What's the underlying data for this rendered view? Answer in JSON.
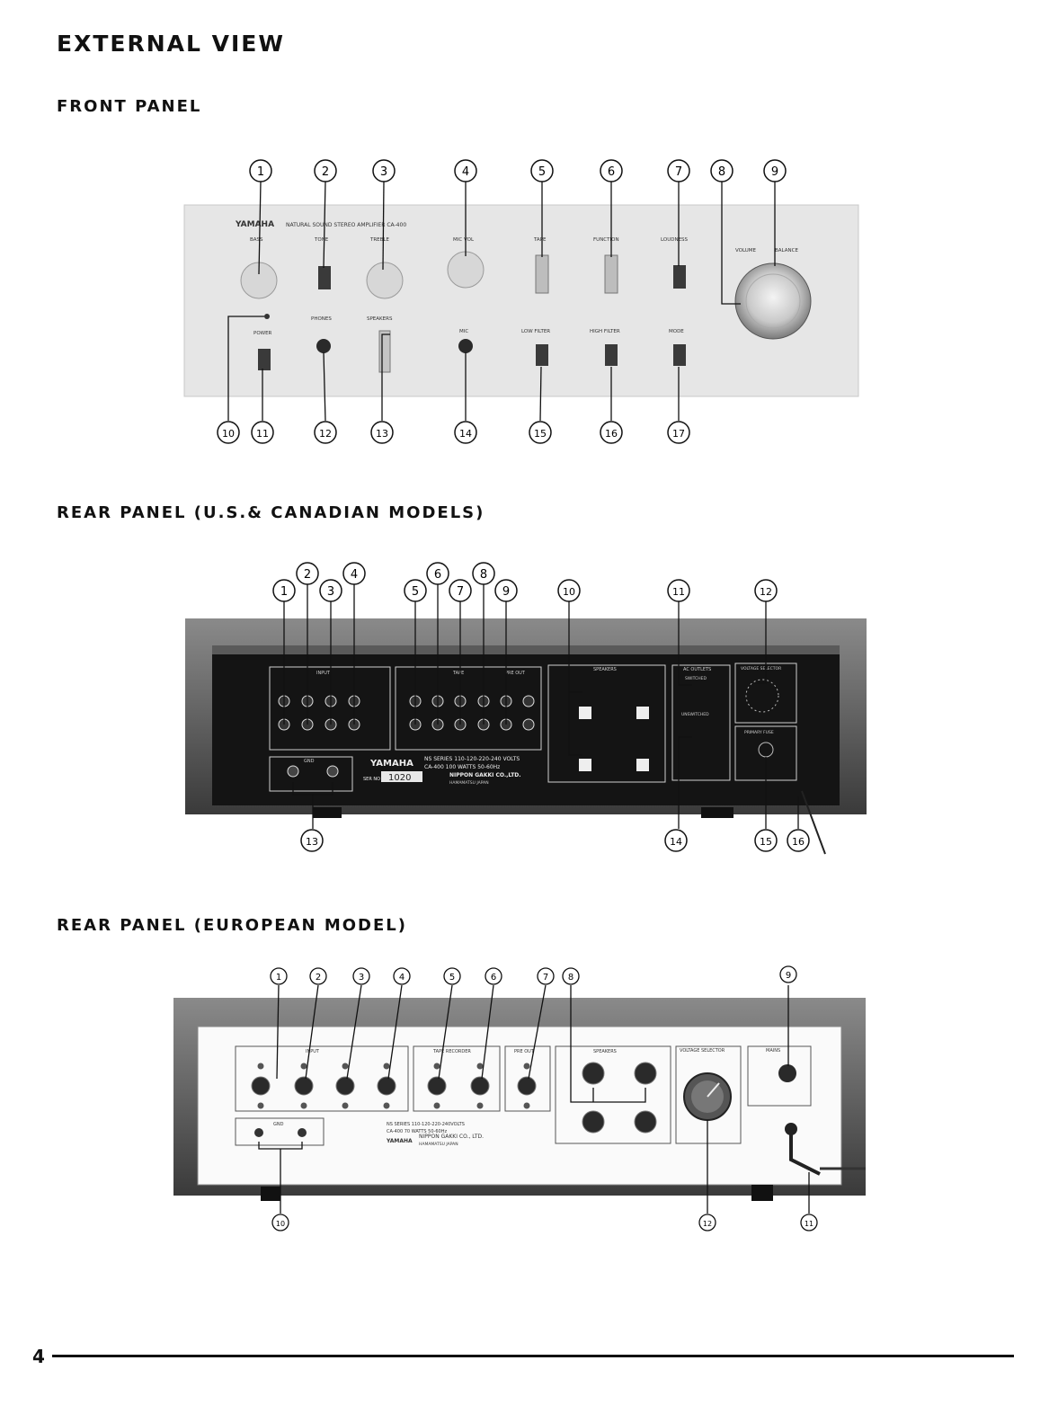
{
  "page": {
    "title": "EXTERNAL VIEW",
    "page_number": "4"
  },
  "front": {
    "heading": "FRONT PANEL",
    "brand": "YAMAHA",
    "model_line": "NATURAL SOUND STEREO AMPLIFIER CA-400",
    "labels": {
      "bass": "BASS",
      "tone": "TONE",
      "treble": "TREBLE",
      "mic_vol": "MIC VOL",
      "tape": "TAPE",
      "function": "FUNCTION",
      "loudness": "LOUDNESS",
      "volume": "VOLUME",
      "balance": "BALANCE",
      "power": "POWER",
      "phones": "PHONES",
      "speakers": "SPEAKERS",
      "mic": "MIC",
      "low_filter": "LOW FILTER",
      "high_filter": "HIGH FILTER",
      "mode": "MODE"
    },
    "callouts": [
      "1",
      "2",
      "3",
      "4",
      "5",
      "6",
      "7",
      "8",
      "9",
      "10",
      "11",
      "12",
      "13",
      "14",
      "15",
      "16",
      "17"
    ]
  },
  "rear_us": {
    "heading": "REAR PANEL (U.S.& CANADIAN MODELS)",
    "labels": {
      "input": "INPUT",
      "tape": "TAPE",
      "pre_out": "PRE OUT",
      "speakers": "SPEAKERS",
      "ac_outlets": "AC OUTLETS",
      "switched": "SWITCHED",
      "unswitched": "UNSWITCHED",
      "voltage_selector": "VOLTAGE SELECTOR",
      "fuse": "PRIMARY FUSE",
      "gnd": "GND",
      "brand": "YAMAHA",
      "series": "NS SERIES  110-120-220-240 VOLTS",
      "model": "CA-400  100 WATTS 50-60Hz",
      "maker": "NIPPON GAKKI CO.,LTD.",
      "city": "HAMAMATSU JAPAN",
      "serial_label": "SER NO",
      "serial": "1020"
    },
    "callouts": [
      "1",
      "2",
      "3",
      "4",
      "5",
      "6",
      "7",
      "8",
      "9",
      "10",
      "11",
      "12",
      "13",
      "14",
      "15",
      "16"
    ]
  },
  "rear_eu": {
    "heading": "REAR PANEL (EUROPEAN MODEL)",
    "labels": {
      "input": "INPUT",
      "tape_recorder": "TAPE RECORDER",
      "pre_out": "PRE OUT",
      "speakers": "SPEAKERS",
      "voltage_selector": "VOLTAGE SELECTOR",
      "mains": "MAINS",
      "gnd": "GND",
      "series": "NS SERIES 110-120-220-240VOLTS",
      "model": "CA-400 70 WATTS 50-60Hz",
      "brand": "YAMAHA",
      "maker": "NIPPON GAKKI CO., LTD.",
      "city": "HAMAMATSU JAPAN"
    },
    "callouts": [
      "1",
      "2",
      "3",
      "4",
      "5",
      "6",
      "7",
      "8",
      "9",
      "10",
      "11",
      "12"
    ]
  }
}
